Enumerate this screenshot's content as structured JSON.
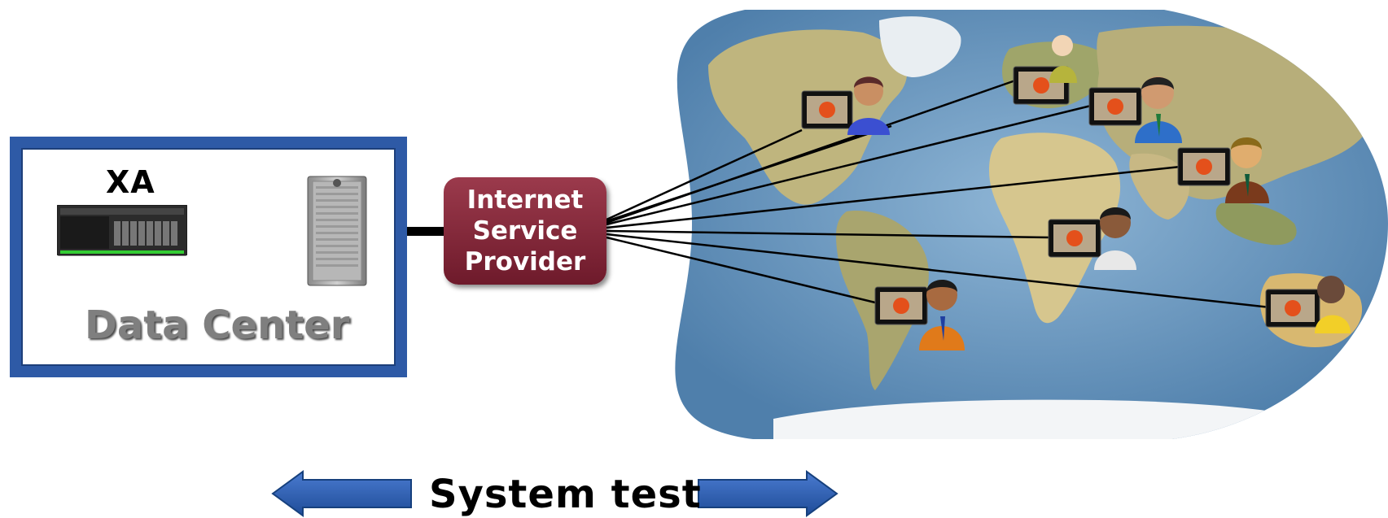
{
  "server_label": "XA",
  "datacenter_label": "Data Center",
  "isp": {
    "line1": "Internet",
    "line2": "Service",
    "line3": "Provider"
  },
  "footer_label": "System test",
  "colors": {
    "datacenter_border": "#2e5aa6",
    "isp_fill": "#7b2233",
    "arrow_fill": "#2e5aa6",
    "ocean": "#6d99c0",
    "land": "#c9bf8c"
  },
  "users": [
    {
      "name": "user-north-america",
      "shirt_color": "#3b4fd1"
    },
    {
      "name": "user-europe-north",
      "shirt_color": "#b6b43c"
    },
    {
      "name": "user-europe",
      "shirt_color": "#2e6fc9"
    },
    {
      "name": "user-asia",
      "shirt_color": "#7a3a1c"
    },
    {
      "name": "user-africa",
      "shirt_color": "#e8e8e8"
    },
    {
      "name": "user-australia",
      "shirt_color": "#f2cf28"
    },
    {
      "name": "user-south-america",
      "shirt_color": "#e07a1a"
    }
  ]
}
